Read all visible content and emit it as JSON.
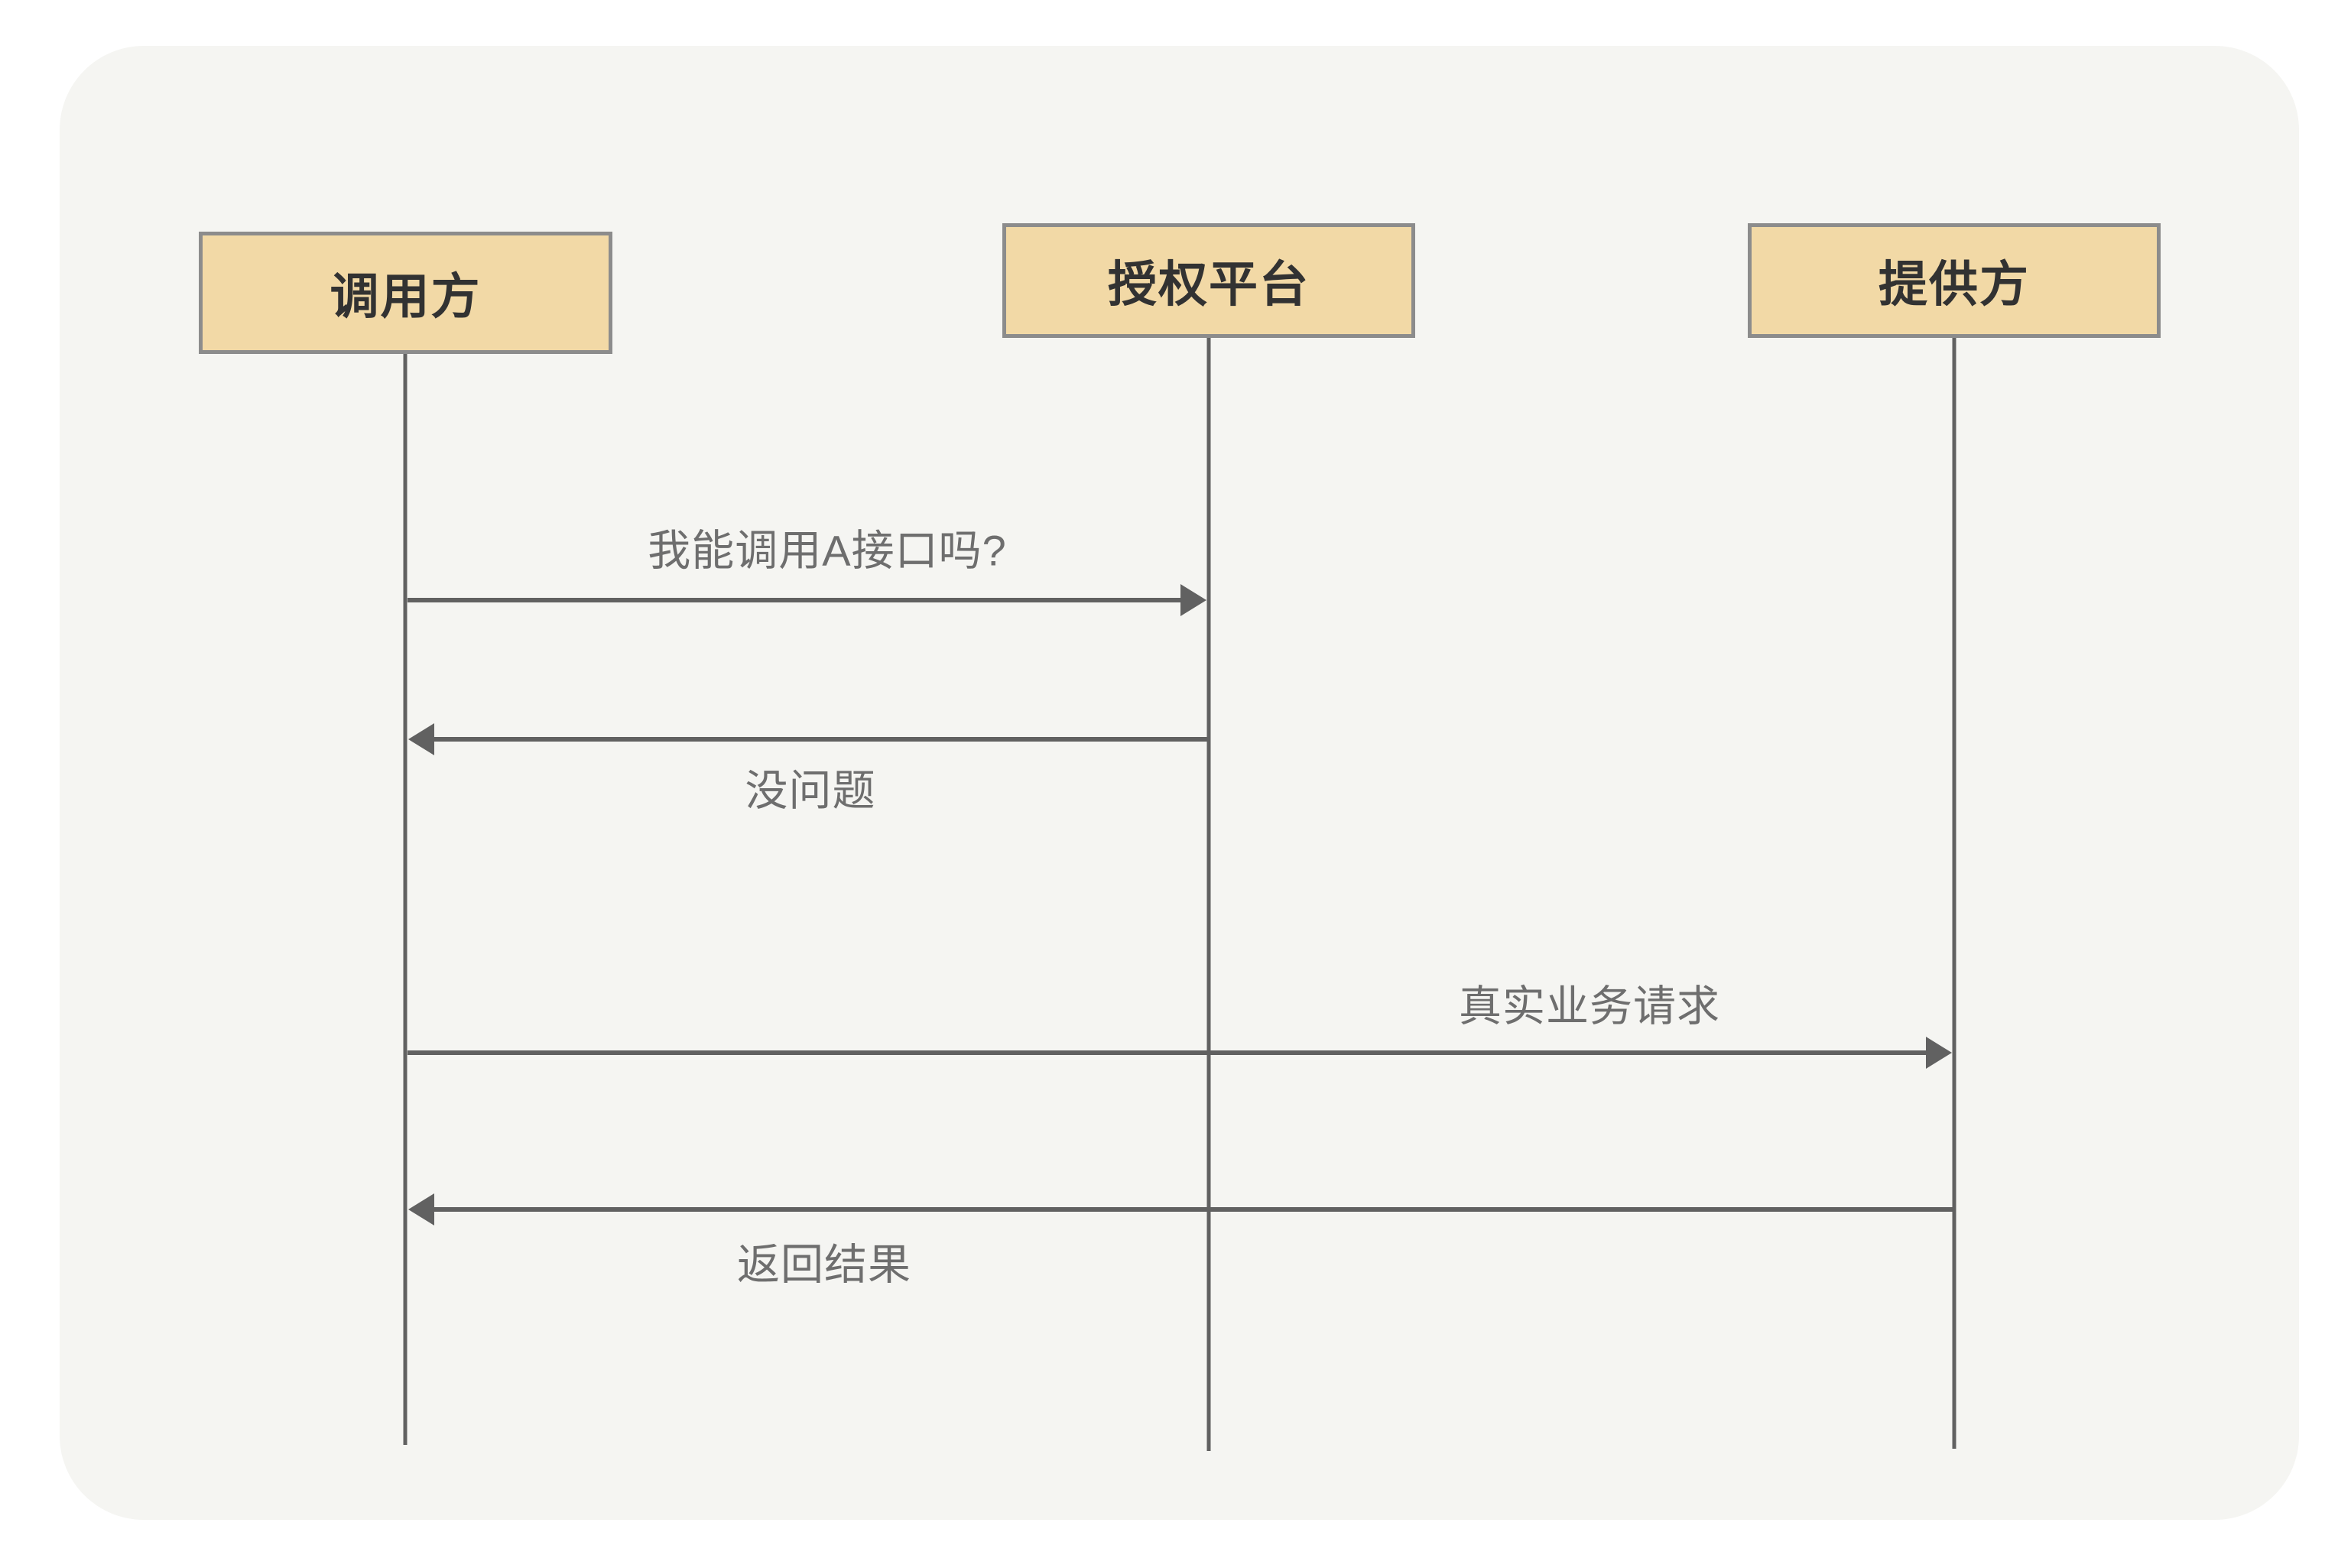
{
  "diagram": {
    "type": "sequence-diagram",
    "actors": [
      {
        "id": "caller",
        "label": "调用方"
      },
      {
        "id": "auth-platform",
        "label": "授权平台"
      },
      {
        "id": "provider",
        "label": "提供方"
      }
    ],
    "messages": [
      {
        "index": 1,
        "from": "调用方",
        "to": "授权平台",
        "direction": "right",
        "label": "我能调用A接口吗?"
      },
      {
        "index": 2,
        "from": "授权平台",
        "to": "调用方",
        "direction": "left",
        "label": "没问题"
      },
      {
        "index": 3,
        "from": "调用方",
        "to": "提供方",
        "direction": "right",
        "label": "真实业务请求"
      },
      {
        "index": 4,
        "from": "提供方",
        "to": "调用方",
        "direction": "left",
        "label": "返回结果"
      }
    ],
    "colors": {
      "page_bg": "#FFFFFF",
      "card_bg": "#F5F5F2",
      "actor_fill": "#F2D9A6",
      "actor_border": "#8C8C8C",
      "actor_text": "#323232",
      "line": "#616161",
      "message_text": "#6E6E6E"
    }
  }
}
